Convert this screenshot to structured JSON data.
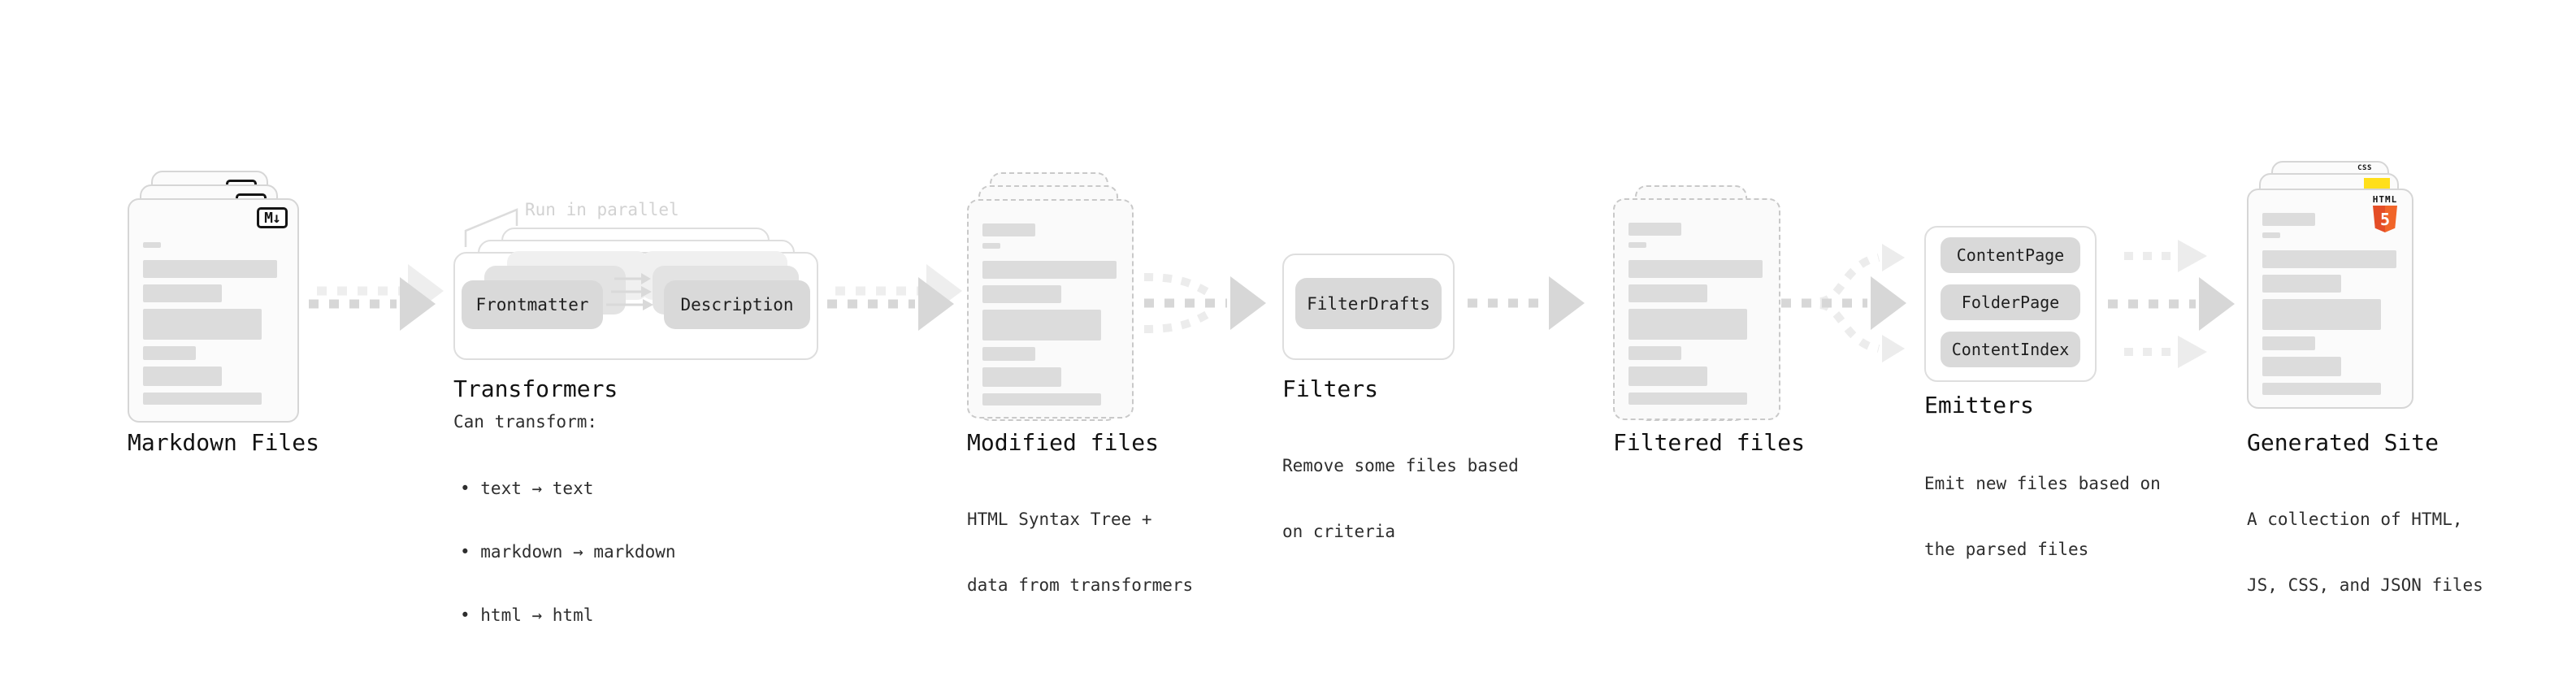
{
  "diagram": {
    "markdown": {
      "label": "Markdown Files",
      "badge": "M↓"
    },
    "transformers": {
      "label": "Transformers",
      "annotation": "Run in parallel",
      "pills": [
        "Frontmatter",
        "Description"
      ],
      "desc_heading": "Can transform:",
      "bullets": [
        "• text → text",
        "• markdown → markdown",
        "• html → html"
      ]
    },
    "modified": {
      "label": "Modified files",
      "desc": [
        "HTML Syntax Tree +",
        "data from transformers"
      ]
    },
    "filters": {
      "label": "Filters",
      "pills": [
        "FilterDrafts"
      ],
      "desc": [
        "Remove some files based",
        "on criteria"
      ]
    },
    "filtered": {
      "label": "Filtered files"
    },
    "emitters": {
      "label": "Emitters",
      "pills": [
        "ContentPage",
        "FolderPage",
        "ContentIndex"
      ],
      "desc": [
        "Emit new files based on",
        "the parsed files"
      ]
    },
    "generated": {
      "label": "Generated Site",
      "desc": [
        "A collection of HTML,",
        "JS, CSS, and JSON files"
      ],
      "badges": {
        "css": "CSS",
        "html_label": "HTML",
        "html_number": "5"
      }
    }
  },
  "colors": {
    "arrow_gray": "#d7d7d7",
    "arrow_light": "#ececec",
    "pill_gray": "#d9d9d9",
    "skeleton_gray": "#dcdcdc",
    "html5_orange": "#e44d26",
    "html5_orange_light": "#f16529",
    "css_blue": "#2a66e0",
    "js_yellow": "#ffdf1b"
  }
}
